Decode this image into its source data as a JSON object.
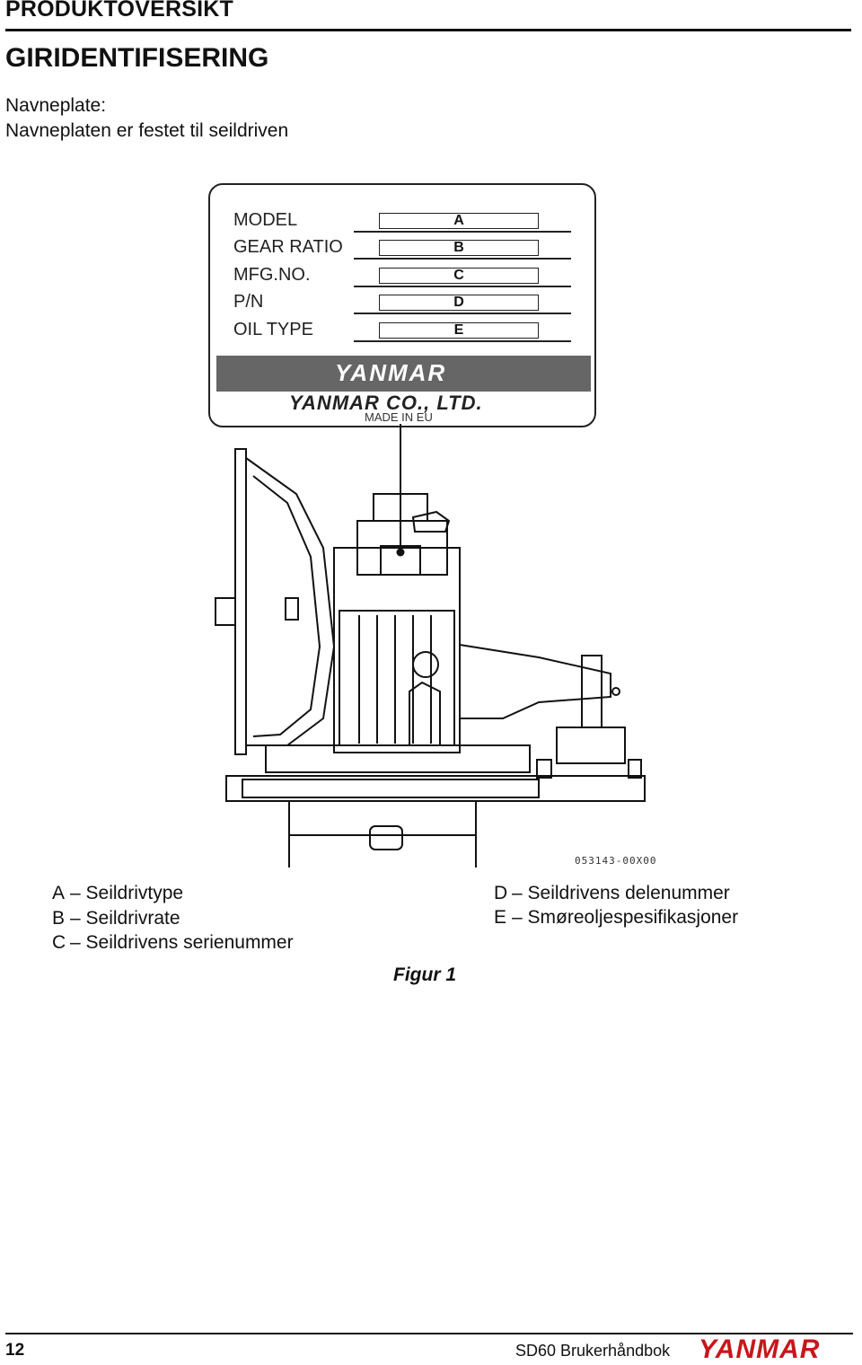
{
  "header": {
    "section": "PRODUKTOVERSIKT"
  },
  "section_title": "GIRIDENTIFISERING",
  "intro": {
    "line1": "Navneplate:",
    "line2": "Navneplaten er festet til seildriven"
  },
  "nameplate": {
    "rows": [
      {
        "label": "MODEL",
        "code": "A"
      },
      {
        "label": "GEAR RATIO",
        "code": "B"
      },
      {
        "label": "MFG.NO.",
        "code": "C"
      },
      {
        "label": "P/N",
        "code": "D"
      },
      {
        "label": "OIL TYPE",
        "code": "E"
      }
    ],
    "brand": "YANMAR",
    "company": "YANMAR CO., LTD.",
    "origin": "MADE IN EU"
  },
  "figure_ref": "053143-00X00",
  "legend": {
    "left": [
      {
        "key": "A",
        "text": "Seildrivtype"
      },
      {
        "key": "B",
        "text": "Seildrivrate"
      },
      {
        "key": "C",
        "text": "Seildrivens serienummer"
      }
    ],
    "right": [
      {
        "key": "D",
        "text": "Seildrivens delenummer"
      },
      {
        "key": "E",
        "text": "Smøreoljespesifikasjoner"
      }
    ]
  },
  "figure_caption": "Figur 1",
  "footer": {
    "page": "12",
    "manual": "SD60 Brukerhåndbok",
    "brand": "YANMAR",
    "brand_color": "#c8161d"
  }
}
